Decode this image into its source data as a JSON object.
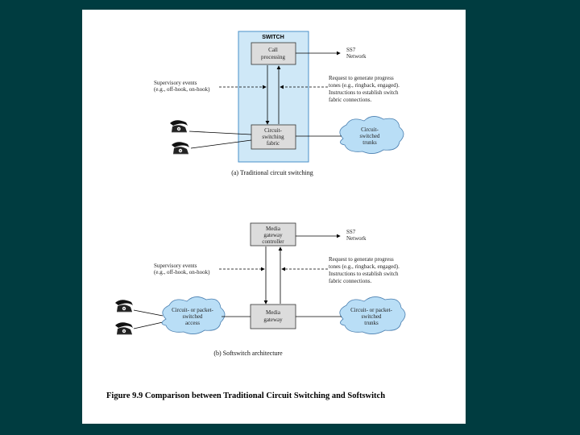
{
  "colors": {
    "background": "#003c40",
    "page": "#ffffff",
    "switch_fill": "#cfe8f7",
    "cloud_fill": "#b9def6",
    "box_fill": "#dcdcdc"
  },
  "figure_caption": "Figure 9.9  Comparison between Traditional Circuit Switching and Softswitch",
  "part_a": {
    "switch_title": "SWITCH",
    "call_processing": [
      "Call",
      "processing"
    ],
    "switching_fabric": [
      "Circuit-",
      "switching",
      "fabric"
    ],
    "ss7": [
      "SS7",
      "Network"
    ],
    "supervisory": [
      "Supervisory events",
      "(e.g., off-hook, on-hook)"
    ],
    "request": [
      "Request to generate progress",
      "tones (e.g., ringback, engaged).",
      "Instructions to establish switch",
      "fabric connections."
    ],
    "cloud": [
      "Circuit-",
      "switched",
      "trunks"
    ],
    "caption": "(a) Traditional circuit switching"
  },
  "part_b": {
    "mgc": [
      "Media",
      "gateway",
      "controller"
    ],
    "media_gateway": [
      "Media",
      "gateway"
    ],
    "ss7": [
      "SS7",
      "Network"
    ],
    "supervisory": [
      "Supervisory events",
      "(e.g., off-hook, on-hook)"
    ],
    "request": [
      "Request to generate progress",
      "tones (e.g., ringback, engaged).",
      "Instructions to establish switch",
      "fabric connections."
    ],
    "cloud_left": [
      "Circuit- or packet-",
      "switched",
      "access"
    ],
    "cloud_right": [
      "Circuit- or packet-",
      "switched",
      "trunks"
    ],
    "caption": "(b) Softswitch architecture"
  },
  "icons": [
    "telephone-icon"
  ]
}
